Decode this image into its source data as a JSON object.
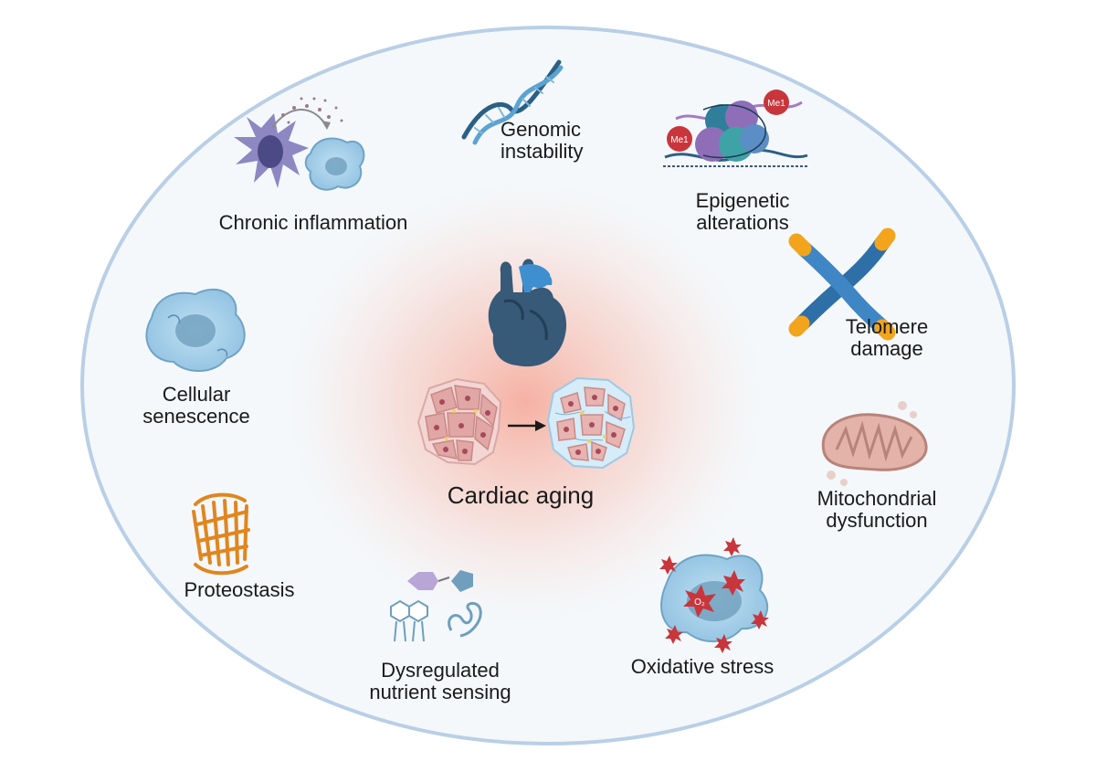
{
  "diagram": {
    "center_label": "Cardiac aging",
    "hallmarks": {
      "genomic": [
        "Genomic",
        "instability"
      ],
      "epigenetic": [
        "Epigenetic",
        "alterations"
      ],
      "epigenetic_marks": [
        "Me1",
        "Me1"
      ],
      "telomere": [
        "Telomere",
        "damage"
      ],
      "mitochondrial": [
        "Mitochondrial",
        "dysfunction"
      ],
      "oxidative": [
        "Oxidative stress"
      ],
      "nutrient": [
        "Dysregulated",
        "nutrient sensing"
      ],
      "proteostasis": [
        "Proteostasis"
      ],
      "senescence": [
        "Cellular",
        "senescence"
      ],
      "inflammation": [
        "Chronic inflammation"
      ]
    },
    "ros_symbol": "O₂",
    "colors": {
      "outline": "#b9cfe6",
      "fill": "#f4f8fb",
      "glow": "#f6a493",
      "heart": "#365a78",
      "heart_vessel": "#3f8fd0",
      "cell_blue": "#9cc9e6",
      "nucleus": "#6f9fbd",
      "myocyte": "#e0a7a4",
      "protein_orange": "#e0861f",
      "chromosome": "#2f6fa8",
      "telomere_cap": "#f2a51c",
      "ros_red": "#c8363b"
    }
  }
}
